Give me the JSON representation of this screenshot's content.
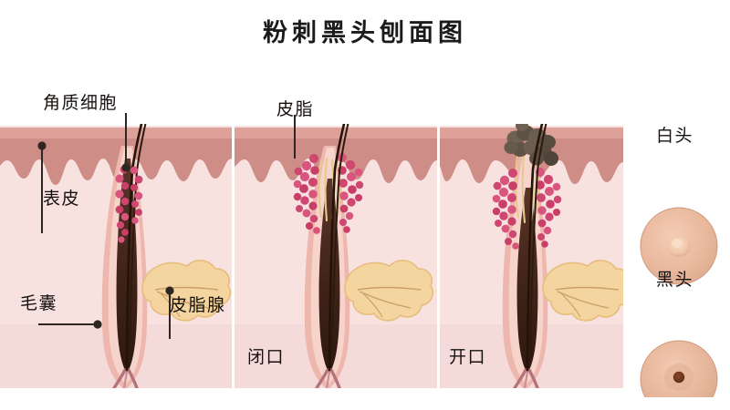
{
  "title": "粉刺黑头刨面图",
  "labels": {
    "keratinocyte": "角质细胞",
    "epidermis": "表皮",
    "follicle": "毛囊",
    "sebaceous_gland": "皮脂腺",
    "sebum": "皮脂",
    "closed_comedo": "闭口",
    "open_comedo": "开口",
    "whitehead": "白头",
    "blackhead": "黑头"
  },
  "panels": [
    {
      "id": "normal-follicle",
      "caption": ""
    },
    {
      "id": "closed-comedo",
      "caption": "闭口"
    },
    {
      "id": "open-comedo",
      "caption": "开口"
    }
  ],
  "photos": [
    {
      "id": "whitehead-photo",
      "caption": "白头"
    },
    {
      "id": "blackhead-photo",
      "caption": "黑头"
    }
  ],
  "colors": {
    "background": "#ffffff",
    "title_text": "#1b1b1b",
    "label_text": "#16110f",
    "epidermis": "#cf8d87",
    "epidermis_light": "#e5b2ab",
    "dermis": "#f7e2e0",
    "dermis_deep": "#f3d8d6",
    "follicle_wall": "#eeb7ad",
    "follicle_inner": "#f4cfc6",
    "follicle_shaft": "#47281f",
    "hair": "#241309",
    "sebum_gland": "#f4d5a0",
    "sebum_gland_edge": "#e8bf80",
    "sebum_stream": "#efd7a3",
    "keratin_bead": "#cf4670",
    "keratin_bead_light": "#e06a8c",
    "blackhead_plug": "#6c5f52",
    "blackhead_plug_dark": "#4e443a",
    "capillary": "#b4727b",
    "pointer": "#2e2621",
    "photo_skin": "#e8b79c",
    "photo_skin_light": "#f0c8b1",
    "whitehead_bump": "#f2cdb4",
    "blackhead_dot": "#73391f"
  }
}
